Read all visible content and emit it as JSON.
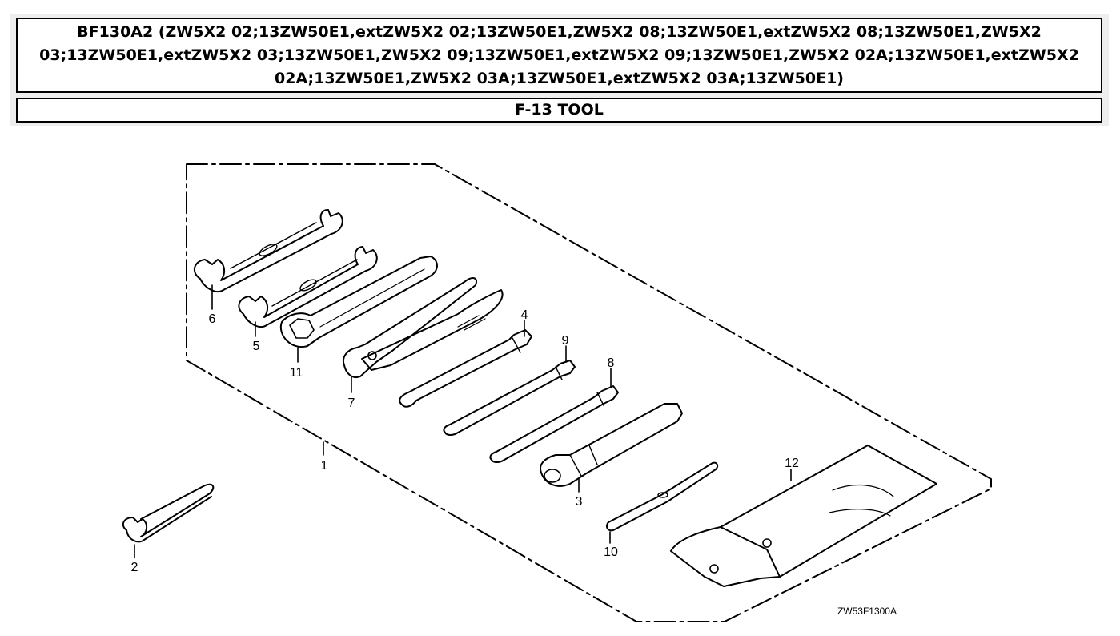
{
  "header": {
    "title": "BF130A2 (ZW5X2 02;13ZW50E1,extZW5X2 02;13ZW50E1,ZW5X2 08;13ZW50E1,extZW5X2 08;13ZW50E1,ZW5X2 03;13ZW50E1,extZW5X2 03;13ZW50E1,ZW5X2 09;13ZW50E1,extZW5X2 09;13ZW50E1,ZW5X2 02A;13ZW50E1,extZW5X2 02A;13ZW50E1,ZW5X2 03A;13ZW50E1,extZW5X2 03A;13ZW50E1)",
    "section": "F-13 TOOL"
  },
  "diagram": {
    "code": "ZW53F1300A",
    "callouts": {
      "c1": "1",
      "c2": "2",
      "c3": "3",
      "c4": "4",
      "c5": "5",
      "c6": "6",
      "c7": "7",
      "c8": "8",
      "c9": "9",
      "c10": "10",
      "c11": "11",
      "c12": "12"
    }
  }
}
